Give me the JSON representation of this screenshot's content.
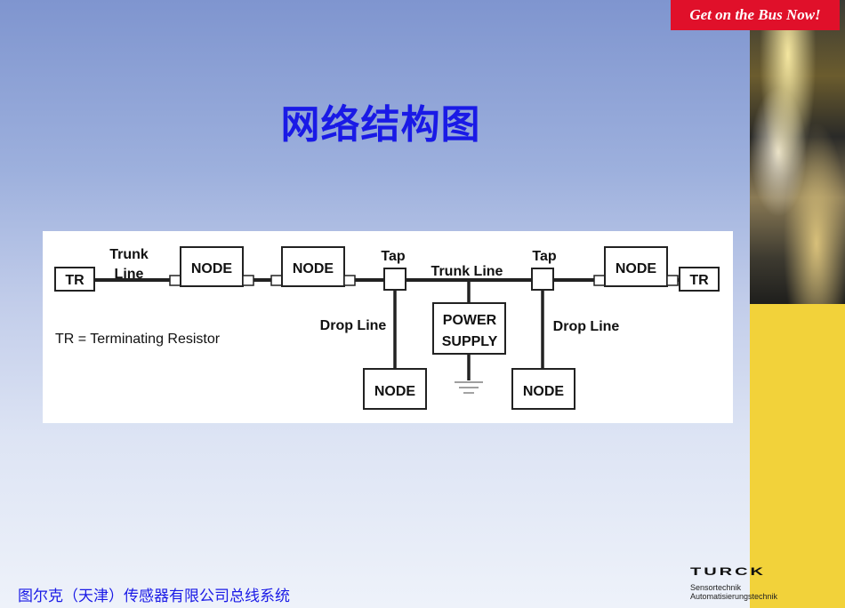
{
  "slide": {
    "slogan": "Get on the Bus Now!",
    "title": "网络结构图",
    "footer": "图尔克（天津）传感器有限公司总线系统",
    "logo": {
      "wordmark": "TURCK",
      "subline1": "Sensortechnik",
      "subline2": "Automatisierungstechnik"
    }
  },
  "diagram": {
    "tr_left": "TR",
    "tr_right": "TR",
    "trunk_line_left": [
      "Trunk",
      "Line"
    ],
    "trunk_line_mid": "Trunk Line",
    "node_label": "NODE",
    "tap_label": "Tap",
    "drop_line_label": "Drop Line",
    "power_supply": [
      "POWER",
      "SUPPLY"
    ],
    "legend": "TR = Terminating Resistor"
  },
  "colors": {
    "title": "#1a1ae6",
    "slogan_bg": "#e0102a",
    "side_yellow": "#f2d23a"
  }
}
